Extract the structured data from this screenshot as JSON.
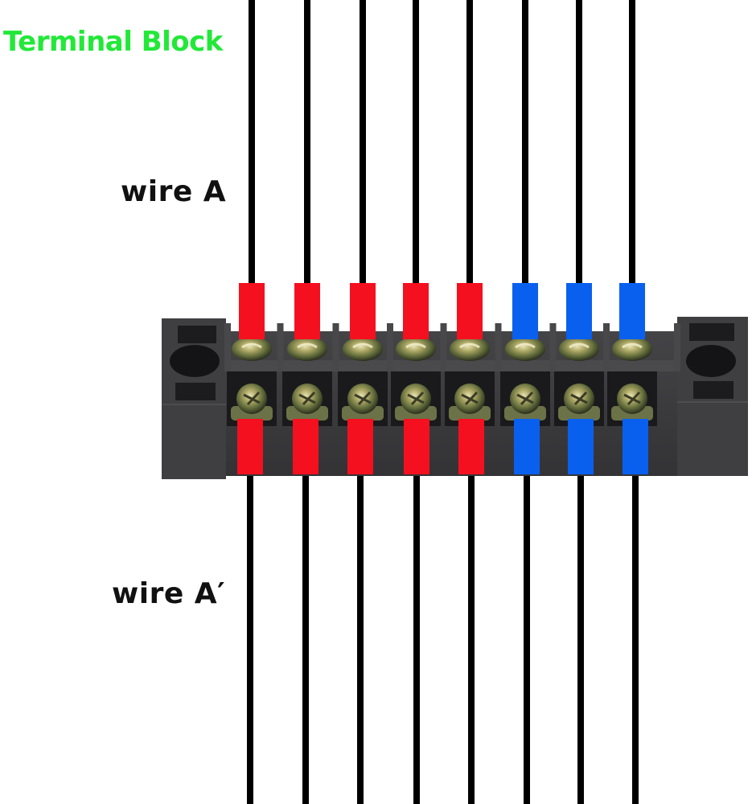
{
  "title": "Terminal Block",
  "labels": {
    "wire_top": "wire A",
    "wire_bottom": "wire A′"
  },
  "colors": {
    "title": "#22e838",
    "red_sleeve": "#f5101f",
    "blue_sleeve": "#0a60ee",
    "wire": "#000000",
    "block": "#3a3a3d"
  },
  "terminal_block": {
    "positions": 8,
    "sleeves": [
      "red",
      "red",
      "red",
      "red",
      "red",
      "blue",
      "blue",
      "blue"
    ]
  }
}
